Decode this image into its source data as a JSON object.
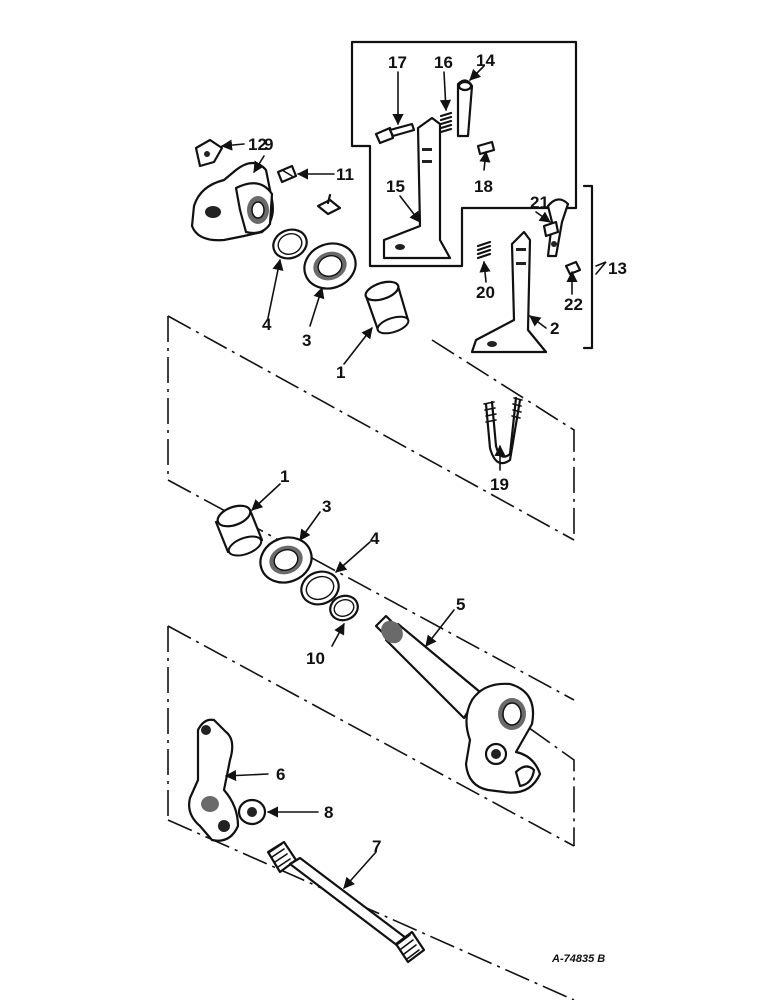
{
  "figure_code": "A-74835 B",
  "callouts": {
    "c1_top": "1",
    "c1_mid": "1",
    "c2": "2",
    "c3_top": "3",
    "c3_mid": "3",
    "c4_top": "4",
    "c4_mid": "4",
    "c5": "5",
    "c6": "6",
    "c7": "7",
    "c8": "8",
    "c9": "9",
    "c10": "10",
    "c11": "11",
    "c12": "12",
    "c13": "13",
    "c14": "14",
    "c15": "15",
    "c16": "16",
    "c17": "17",
    "c18": "18",
    "c19": "19",
    "c20": "20",
    "c21": "21",
    "c22": "22"
  }
}
